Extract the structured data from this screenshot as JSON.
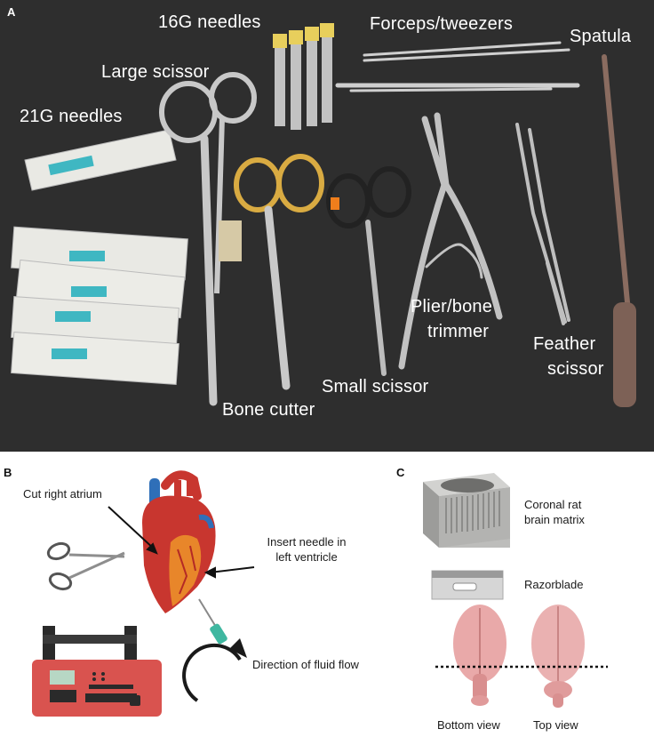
{
  "panels": {
    "a": {
      "letter": "A",
      "labels": {
        "needles_16g": "16G needles",
        "forceps": "Forceps/tweezers",
        "spatula": "Spatula",
        "large_scissor": "Large scissor",
        "needles_21g": "21G needles",
        "plier_line1": "Plier/bone",
        "plier_line2": "trimmer",
        "feather_line1": "Feather",
        "feather_line2": "scissor",
        "small_scissor": "Small scissor",
        "bone_cutter": "Bone cutter"
      }
    },
    "b": {
      "letter": "B",
      "labels": {
        "cut_right_atrium": "Cut right atrium",
        "insert_line1": "Insert needle in",
        "insert_line2": "left ventricle",
        "fluid_flow": "Direction of fluid flow"
      }
    },
    "c": {
      "letter": "C",
      "labels": {
        "matrix_line1": "Coronal rat",
        "matrix_line2": "brain matrix",
        "razorblade": "Razorblade",
        "bottom_view": "Bottom view",
        "top_view": "Top view"
      }
    }
  },
  "colors": {
    "photo_background": "#2e2e2e",
    "heart_red": "#c8362f",
    "vessel_blue": "#2f6fb8",
    "pump_red": "#d9534f",
    "brain_pink": "#e9a9a9"
  }
}
